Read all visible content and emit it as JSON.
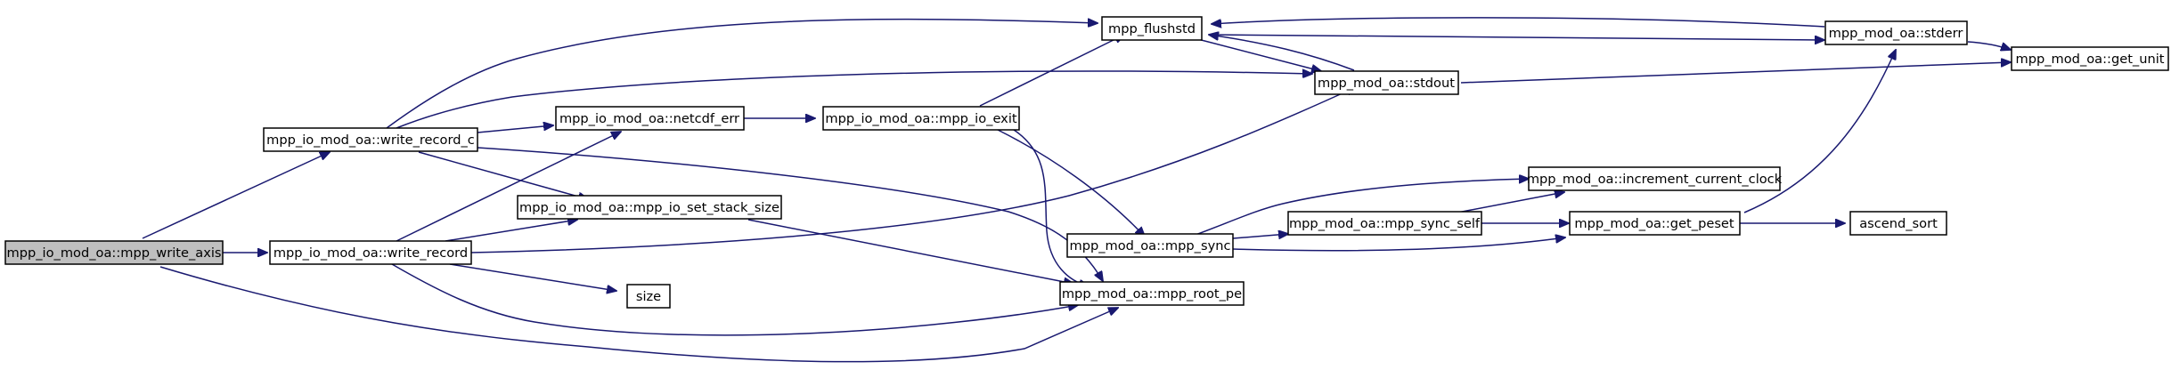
{
  "graph": {
    "root": "mpp_io_mod_oa::mpp_write_axis",
    "nodes": {
      "mpp_write_axis": "mpp_io_mod_oa::mpp_write_axis",
      "write_record_c": "mpp_io_mod_oa::write_record_c",
      "write_record": "mpp_io_mod_oa::write_record",
      "netcdf_err": "mpp_io_mod_oa::netcdf_err",
      "mpp_io_set_stack_size": "mpp_io_mod_oa::mpp_io_set_stack_size",
      "mpp_io_exit": "mpp_io_mod_oa::mpp_io_exit",
      "mpp_flushstd": "mpp_flushstd",
      "stdout": "mpp_mod_oa::stdout",
      "stderr": "mpp_mod_oa::stderr",
      "get_unit": "mpp_mod_oa::get_unit",
      "mpp_sync": "mpp_mod_oa::mpp_sync",
      "mpp_root_pe": "mpp_mod_oa::mpp_root_pe",
      "size": "size",
      "mpp_sync_self": "mpp_mod_oa::mpp_sync_self",
      "increment_current_clock": "mpp_mod_oa::increment_current_clock",
      "get_peset": "mpp_mod_oa::get_peset",
      "ascend_sort": "ascend_sort"
    },
    "edges": [
      [
        "mpp_write_axis",
        "write_record_c"
      ],
      [
        "mpp_write_axis",
        "write_record"
      ],
      [
        "mpp_write_axis",
        "mpp_root_pe"
      ],
      [
        "write_record_c",
        "mpp_flushstd"
      ],
      [
        "write_record_c",
        "stdout"
      ],
      [
        "write_record_c",
        "netcdf_err"
      ],
      [
        "write_record_c",
        "mpp_io_set_stack_size"
      ],
      [
        "write_record_c",
        "mpp_root_pe"
      ],
      [
        "write_record",
        "netcdf_err"
      ],
      [
        "write_record",
        "mpp_io_set_stack_size"
      ],
      [
        "write_record",
        "stdout"
      ],
      [
        "write_record",
        "size"
      ],
      [
        "write_record",
        "mpp_root_pe"
      ],
      [
        "netcdf_err",
        "mpp_io_exit"
      ],
      [
        "mpp_io_set_stack_size",
        "mpp_root_pe"
      ],
      [
        "mpp_io_exit",
        "mpp_flushstd"
      ],
      [
        "mpp_io_exit",
        "mpp_sync"
      ],
      [
        "mpp_io_exit",
        "mpp_root_pe"
      ],
      [
        "mpp_flushstd",
        "stdout"
      ],
      [
        "mpp_flushstd",
        "stderr"
      ],
      [
        "stdout",
        "mpp_flushstd"
      ],
      [
        "stdout",
        "get_unit"
      ],
      [
        "stderr",
        "mpp_flushstd"
      ],
      [
        "stderr",
        "get_unit"
      ],
      [
        "mpp_sync",
        "increment_current_clock"
      ],
      [
        "mpp_sync",
        "mpp_sync_self"
      ],
      [
        "mpp_sync",
        "get_peset"
      ],
      [
        "mpp_sync_self",
        "increment_current_clock"
      ],
      [
        "mpp_sync_self",
        "get_peset"
      ],
      [
        "get_peset",
        "stderr"
      ],
      [
        "get_peset",
        "ascend_sort"
      ]
    ]
  },
  "colors": {
    "edge": "#191970",
    "root_fill": "#bfbfbf",
    "node_fill": "#ffffff",
    "node_border": "#000000"
  }
}
